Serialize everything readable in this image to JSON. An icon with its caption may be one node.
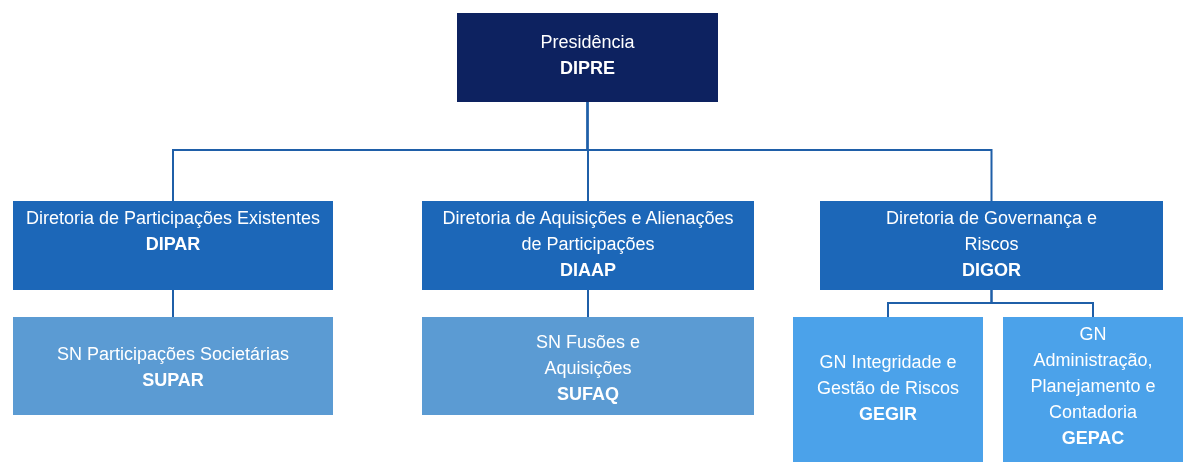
{
  "diagram": {
    "nodes": [
      {
        "text": [
          "Presidência",
          "DIPRE"
        ]
      },
      {
        "text": [
          "Diretoria de Participações Existentes",
          "DIPAR"
        ]
      },
      {
        "text": [
          "Diretoria de Aquisições e Alienações de Participações",
          "DIAAP"
        ]
      },
      {
        "text": [
          "Diretoria de Governança e Riscos",
          "DIGOR"
        ]
      },
      {
        "text": [
          "SN Participações Societárias",
          "SUPAR"
        ]
      },
      {
        "text": [
          "SN Fusões e Aquisições",
          "SUFAQ"
        ]
      },
      {
        "text": [
          "GN Integridade e Gestão de Riscos",
          "GEGIR"
        ]
      },
      {
        "text": [
          "GN Administração, Planejamento e Contadoria",
          "GEPAC"
        ]
      }
    ],
    "edges": [
      {
        "from": 0,
        "to": 1,
        "arrow": "none"
      },
      {
        "from": 0,
        "to": 2,
        "arrow": "none"
      },
      {
        "from": 0,
        "to": 3,
        "arrow": "none"
      },
      {
        "from": 1,
        "to": 4,
        "arrow": "none"
      },
      {
        "from": 2,
        "to": 5,
        "arrow": "none"
      },
      {
        "from": 3,
        "to": 6,
        "arrow": "none"
      },
      {
        "from": 3,
        "to": 7,
        "arrow": "none"
      }
    ]
  }
}
